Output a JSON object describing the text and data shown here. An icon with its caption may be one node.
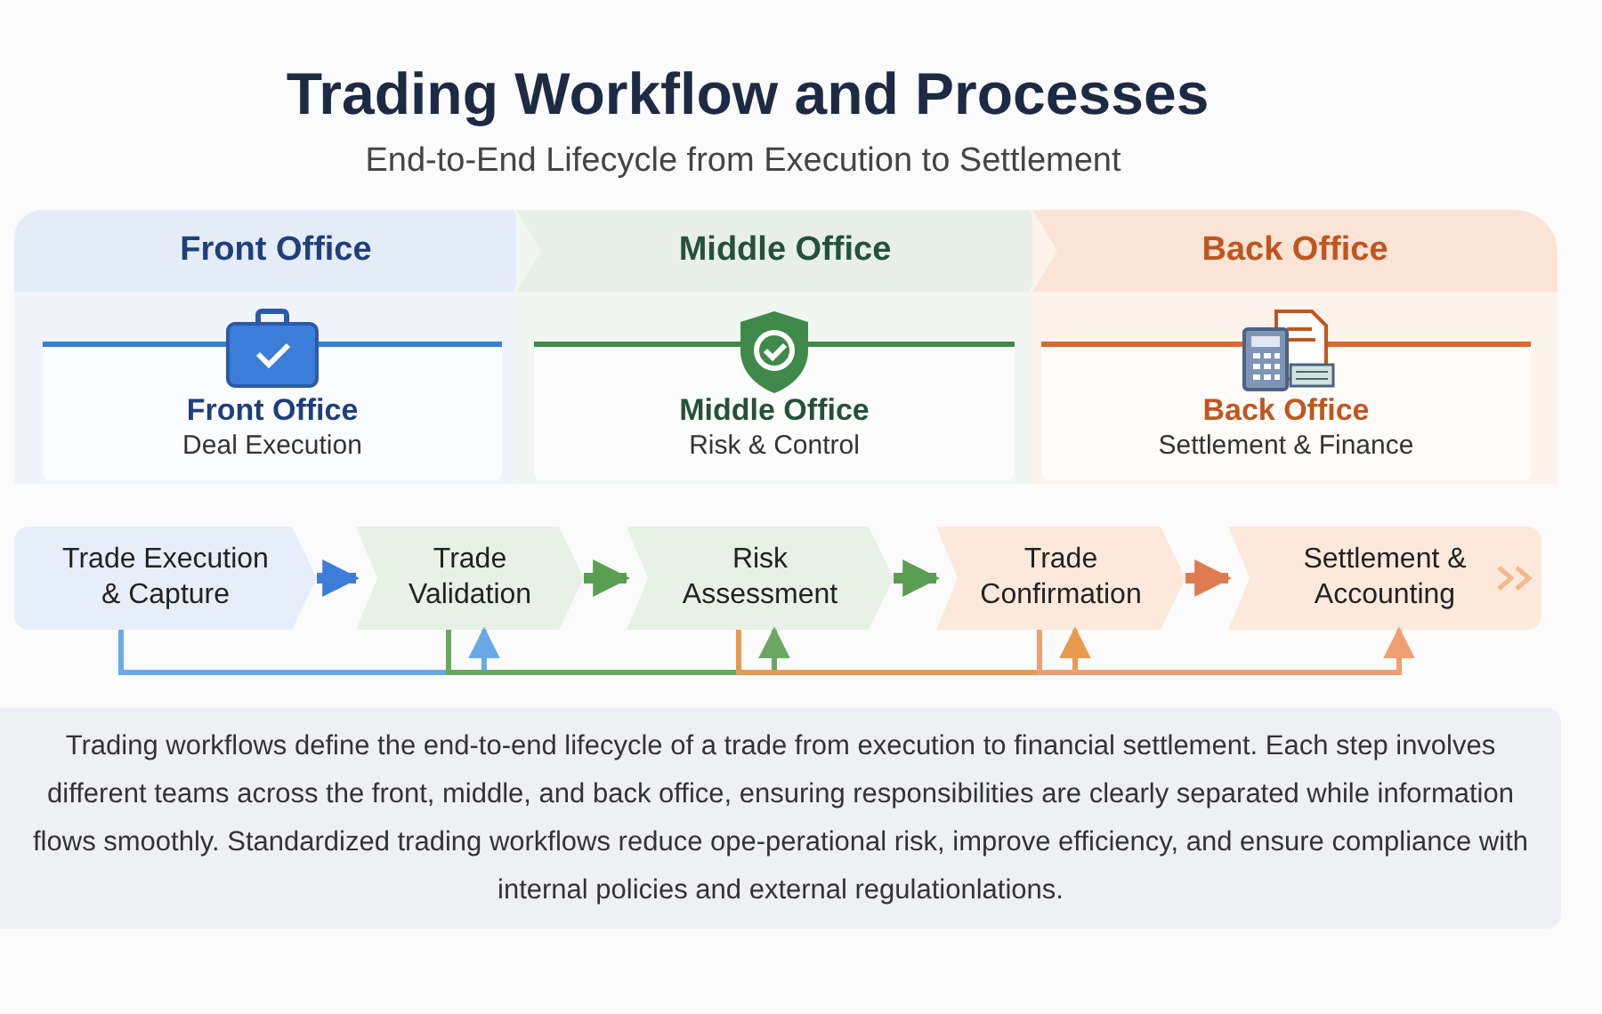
{
  "diagram": {
    "title": "Trading Workflow and Processes",
    "caption": "End-to-End Lifecycle from Execution to Settlement",
    "nodes": [
      {
        "text": [
          "Front Office"
        ]
      },
      {
        "text": [
          "Middle Office"
        ]
      },
      {
        "text": [
          "Back Office"
        ]
      },
      {
        "text": [
          "Front Office",
          "Deal Execution"
        ],
        "in": 0
      },
      {
        "text": [
          "Middle Office",
          "Risk & Control"
        ],
        "in": 1
      },
      {
        "text": [
          "Back Office",
          "Settlement & Finance"
        ],
        "in": 2
      },
      {
        "text": [
          "Trade Execution & Capture"
        ]
      },
      {
        "text": [
          "Trade Validation"
        ]
      },
      {
        "text": [
          "Risk Assessment"
        ]
      },
      {
        "text": [
          "Trade Confirmation"
        ]
      },
      {
        "text": [
          "Settlement & Accounting"
        ]
      }
    ],
    "edges": [
      {
        "from": 6,
        "to": 7,
        "arrow": "to",
        "style": "thick",
        "color": "#3b7dd8"
      },
      {
        "from": 7,
        "to": 8,
        "arrow": "to",
        "style": "thick",
        "color": "#5a9e52"
      },
      {
        "from": 8,
        "to": 9,
        "arrow": "to",
        "style": "thick",
        "color": "#5a9e52"
      },
      {
        "from": 9,
        "to": 10,
        "arrow": "to",
        "style": "thick",
        "color": "#e07a50"
      },
      {
        "from": 6,
        "to": 7,
        "arrow": "to",
        "color": "#6aa9e8"
      },
      {
        "from": 7,
        "to": 8,
        "arrow": "to",
        "color": "#6aa862"
      },
      {
        "from": 8,
        "to": 9,
        "arrow": "to",
        "color": "#e89a50"
      },
      {
        "from": 9,
        "to": 10,
        "arrow": "to",
        "color": "#f0a070"
      }
    ],
    "labels": [
      "Trading workflows define the end-to-end lifecycle of a trade from execution to financial settlement. Each step involves different teams across the front, middle, and back office, ensuring responsibilities are clearly separated while information flows smoothly. Standardized trading workflows reduce ope-perational risk, improve efficiency, and ensure compliance with internal policies and external regulationlations."
    ]
  }
}
